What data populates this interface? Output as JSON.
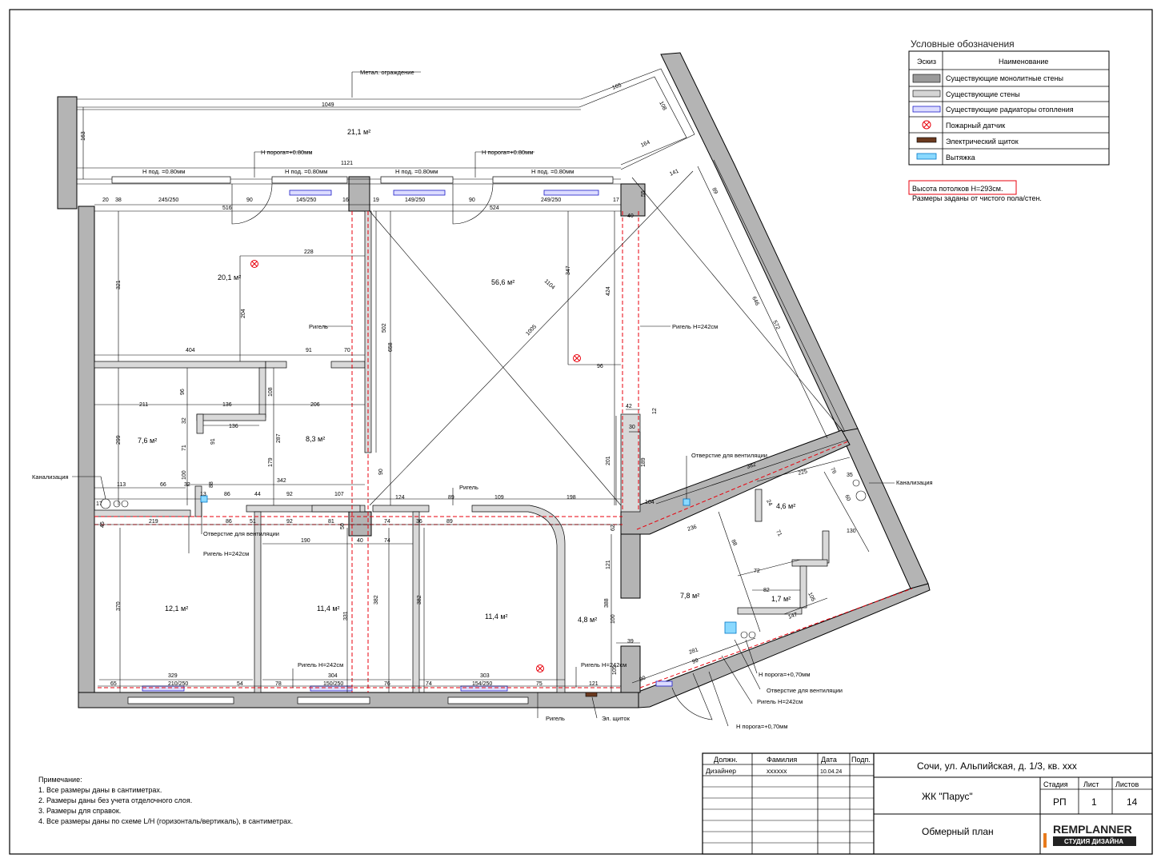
{
  "legend": {
    "title": "Условные обозначения",
    "col_sketch": "Эскиз",
    "col_name": "Наименование",
    "items": [
      "Существующие монолитные стены",
      "Существующие стены",
      "Существующие радиаторы отопления",
      "Пожарный датчик",
      "Электрический щиток",
      "Вытяжка"
    ]
  },
  "notes_ceiling": {
    "height": "Высота потолков H=293см.",
    "dims": "Размеры заданы от чистого пола/стен."
  },
  "plan": {
    "rooms": [
      {
        "area": "21,1 м²"
      },
      {
        "area": "20,1 м²"
      },
      {
        "area": "56,6 м²"
      },
      {
        "area": "7,6 м²"
      },
      {
        "area": "8,3 м²"
      },
      {
        "area": "12,1 м²"
      },
      {
        "area": "11,4 м²"
      },
      {
        "area": "11,4 м²"
      },
      {
        "area": "4,8 м²"
      },
      {
        "area": "7,8 м²"
      },
      {
        "area": "4,6 м²"
      },
      {
        "area": "1,7 м²"
      }
    ],
    "labels": {
      "railing": "Метал. ограждение",
      "threshold1": "H порога=+0.80мм",
      "threshold2": "H порога=+0.80мм",
      "floor1": "H под. =0.80мм",
      "floor2": "H под. =0.80мм",
      "floor3": "H под. =0.80мм",
      "floor4": "H под. =0.80мм",
      "riser1": "Ригель",
      "riser2": "Ригель H=242см",
      "riser3": "Ригель",
      "riser4": "Ригель H=242см",
      "riser5": "Ригель H=242см",
      "riser6": "Ригель H=242см",
      "riser7": "Ригель",
      "riser8": "Ригель H=242см",
      "sewer1": "Канализация",
      "sewer2": "Канализация",
      "vent1": "Отверстие для вентиляции",
      "vent2": "Отверстие для вентиляции",
      "vent3": "Отверстие для вентиляции",
      "threshold3": "H порога=+0,70мм",
      "threshold4": "H порога=+0,70мм",
      "elpanel": "Эл. щиток"
    },
    "dims": {
      "d1049": "1049",
      "d1121": "1121",
      "d163": "163",
      "d165": "165",
      "d108": "108",
      "d164": "164",
      "d141": "141",
      "d20": "20",
      "d38": "38",
      "d245": "245/250",
      "d90a": "90",
      "d516": "516",
      "d145": "145/250",
      "d16": "16",
      "d19": "19",
      "d149": "149/250",
      "d90b": "90",
      "d524": "524",
      "d249": "249/250",
      "d17": "17",
      "d40": "40",
      "d55": "55",
      "d89": "89",
      "d321": "321",
      "d228": "228",
      "d204": "204",
      "d347": "347",
      "d1104": "1104",
      "d1005": "1005",
      "d424": "424",
      "d646": "646",
      "d572": "572",
      "d502": "502",
      "d658": "658",
      "d404": "404",
      "d91": "91",
      "d70": "70",
      "d96a": "96",
      "d96b": "96",
      "d211": "211",
      "d136a": "136",
      "d206": "206",
      "d108b": "108",
      "d32a": "32",
      "d136b": "136",
      "d299": "299",
      "d71": "71",
      "d91b": "91",
      "d287": "287",
      "d179": "179",
      "d342": "342",
      "d42": "42",
      "d12": "12",
      "d30": "30",
      "d201": "201",
      "d189": "189",
      "d382a": "382",
      "d113": "113",
      "d66": "66",
      "d32b": "32",
      "d88": "88",
      "d100": "100",
      "d86a": "86",
      "d44": "44",
      "d92a": "92",
      "d107": "107",
      "d90c": "90",
      "d124": "124",
      "d89b": "89",
      "d109": "109",
      "d198": "198",
      "d104": "104",
      "d225": "225",
      "d35": "35",
      "d76": "76",
      "d60": "60",
      "d24": "24",
      "d219": "219",
      "d13": "13",
      "d86b": "86",
      "d51": "51",
      "d92b": "92",
      "d81": "81",
      "d50": "50",
      "d74a": "74",
      "d36": "36",
      "d89c": "89",
      "d62": "62",
      "d236": "236",
      "d88b": "88",
      "d71b": "71",
      "d130": "130",
      "d45": "45",
      "d190": "190",
      "d40b": "40",
      "d74b": "74",
      "d121a": "121",
      "d370": "370",
      "d331": "331",
      "d382b": "382",
      "d382c": "382",
      "d388": "388",
      "d100b": "100",
      "d72": "72",
      "d82": "82",
      "d105a": "105",
      "d147": "147",
      "d39": "39",
      "d281": "281",
      "d99": "99",
      "d329": "329",
      "d304": "304",
      "d303": "303",
      "d105b": "105",
      "d65": "65",
      "d210": "210/250",
      "d54": "54",
      "d78": "78",
      "d150": "150/250",
      "d76b": "76",
      "d74c": "74",
      "d154": "154/250",
      "d75": "75",
      "d121b": "121",
      "d90d": "90",
      "d17b": "17"
    }
  },
  "notes": {
    "title": "Примечание:",
    "items": [
      "1.  Все размеры даны в сантиметрах.",
      "2.  Размеры даны без учета отделочного слоя.",
      "3.  Размеры для справок.",
      "4.  Все размеры даны по схеме L/H (горизонталь/вертикаль), в сантиметрах."
    ]
  },
  "titleblock": {
    "h_position": "Должн.",
    "h_surname": "Фамилия",
    "h_date": "Дата",
    "h_sign": "Подп.",
    "position": "Дизайнер",
    "surname": "xxxxxx",
    "date": "10.04.24",
    "address": "Сочи, ул. Альпийская, д. 1/3, кв. ххх",
    "complex": "ЖК \"Парус\"",
    "h_stage": "Стадия",
    "h_sheet": "Лист",
    "h_sheets": "Листов",
    "stage": "РП",
    "sheet": "1",
    "sheets": "14",
    "drawing": "Обмерный план",
    "logo_main": "REMPLANNER",
    "logo_sub": "СТУДИЯ ДИЗАЙНА"
  }
}
